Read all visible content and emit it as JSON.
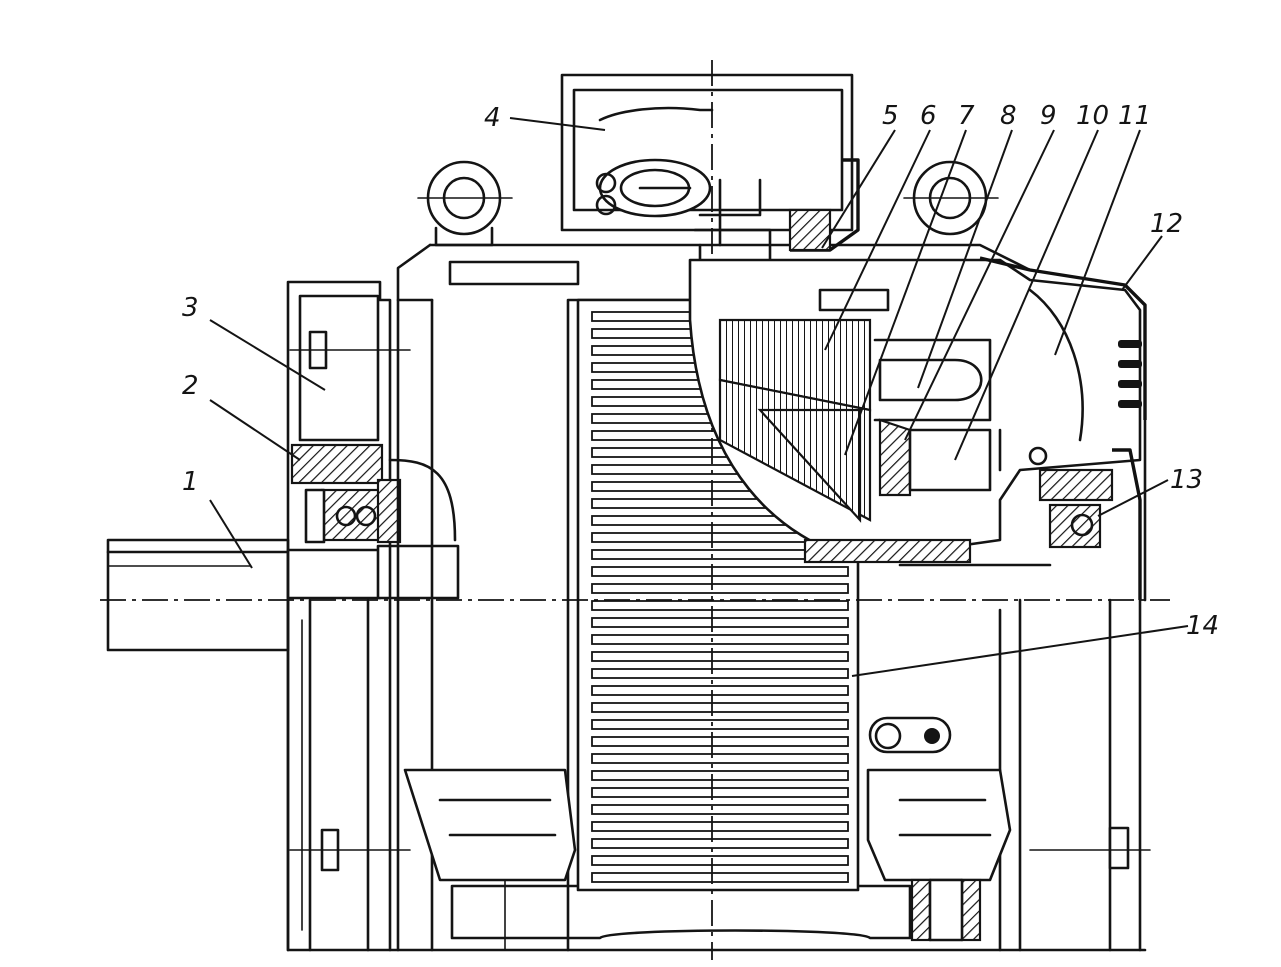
{
  "callouts": [
    {
      "id": "1",
      "label": "1"
    },
    {
      "id": "2",
      "label": "2"
    },
    {
      "id": "3",
      "label": "3"
    },
    {
      "id": "4",
      "label": "4"
    },
    {
      "id": "5",
      "label": "5"
    },
    {
      "id": "6",
      "label": "6"
    },
    {
      "id": "7",
      "label": "7"
    },
    {
      "id": "8",
      "label": "8"
    },
    {
      "id": "9",
      "label": "9"
    },
    {
      "id": "10",
      "label": "10"
    },
    {
      "id": "11",
      "label": "11"
    },
    {
      "id": "12",
      "label": "12"
    },
    {
      "id": "13",
      "label": "13"
    },
    {
      "id": "14",
      "label": "14"
    }
  ],
  "colors": {
    "ink": "#141414",
    "paper": "#ffffff"
  }
}
